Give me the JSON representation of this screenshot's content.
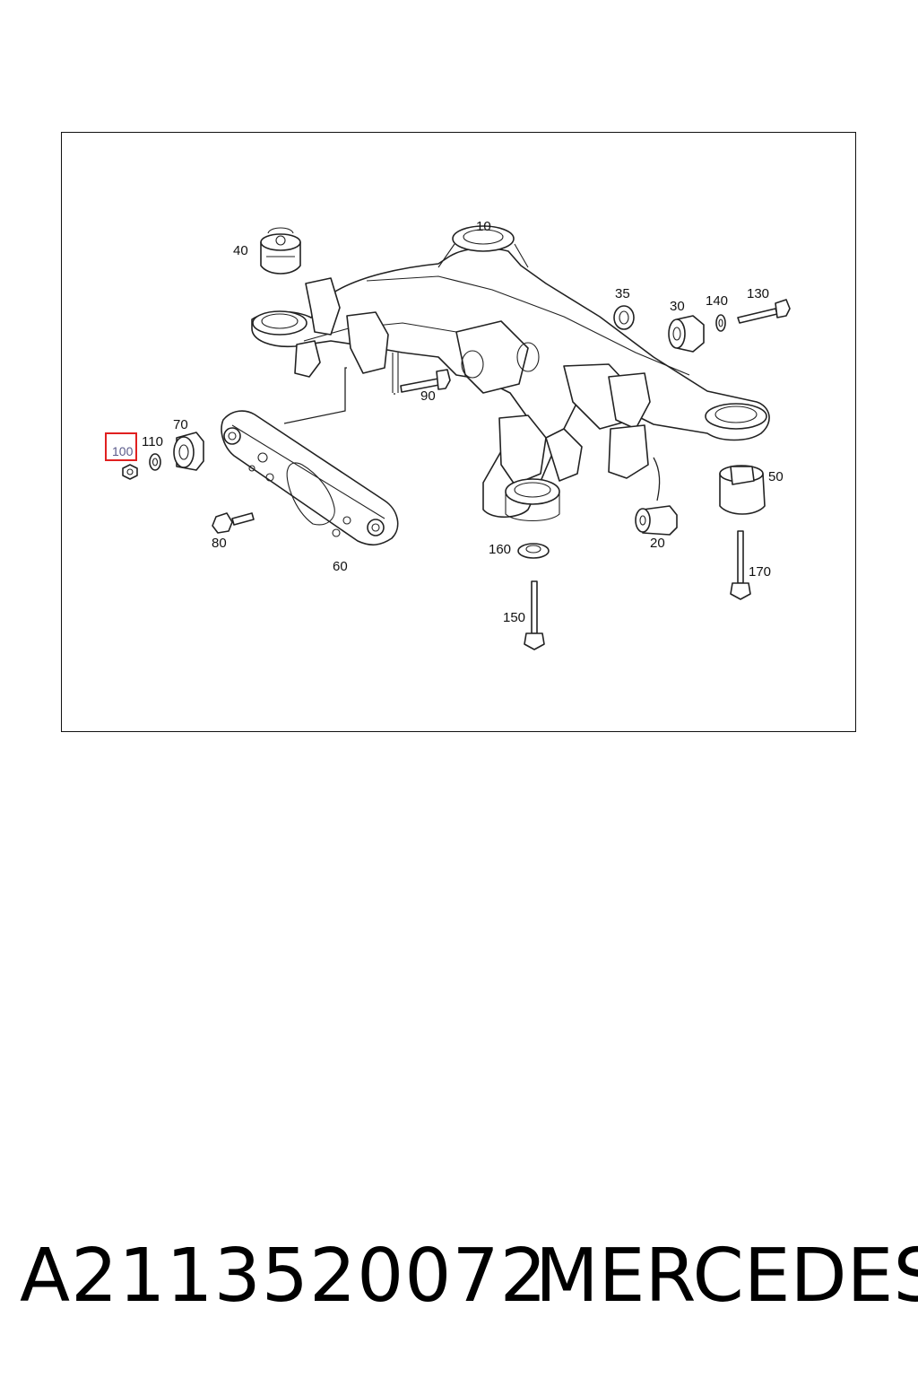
{
  "diagram": {
    "callouts": {
      "c10": "10",
      "c20": "20",
      "c30": "30",
      "c35": "35",
      "c40": "40",
      "c50": "50",
      "c60": "60",
      "c70": "70",
      "c80": "80",
      "c90": "90",
      "c100": "100",
      "c110": "110",
      "c130": "130",
      "c140": "140",
      "c150": "150",
      "c160": "160",
      "c170": "170"
    },
    "highlighted_callout": "100",
    "highlight_color": "#e02020"
  },
  "caption": {
    "part_number": "A2113520072",
    "brand": "MERCEDES"
  }
}
